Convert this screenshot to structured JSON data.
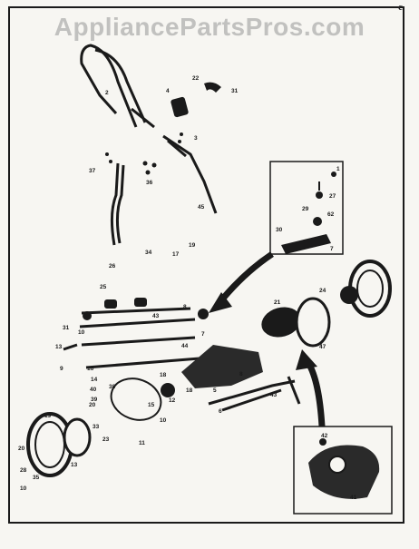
{
  "watermark": "AppliancePartsPros.com",
  "corner_mark": "c",
  "colors": {
    "ink": "#1a1a1a",
    "paper": "#f7f6f2",
    "watermark": "#969696"
  },
  "labels": {
    "n2": "2",
    "n3": "3",
    "n4": "4",
    "n22": "22",
    "n31": "31",
    "n37": "37",
    "n36": "36",
    "n45": "45",
    "n1": "1",
    "n27": "27",
    "n29": "29",
    "n62": "62",
    "n30": "30",
    "n7": "7",
    "n34": "34",
    "n17": "17",
    "n19": "19",
    "n26": "26",
    "n25": "25",
    "n8": "8",
    "n21": "21",
    "n24": "24",
    "n47": "47",
    "n13": "13",
    "n9": "9",
    "n16": "16",
    "n10": "10",
    "n11": "11",
    "n44": "44",
    "n6": "6",
    "n43": "43",
    "n18": "18",
    "n15": "15",
    "n14": "14",
    "n12": "12",
    "n20": "20",
    "n23": "23",
    "n35": "35",
    "n33": "33",
    "n42": "42",
    "n41": "41",
    "n5": "5",
    "n28": "28",
    "n38": "38",
    "n39": "39",
    "n40": "40"
  }
}
